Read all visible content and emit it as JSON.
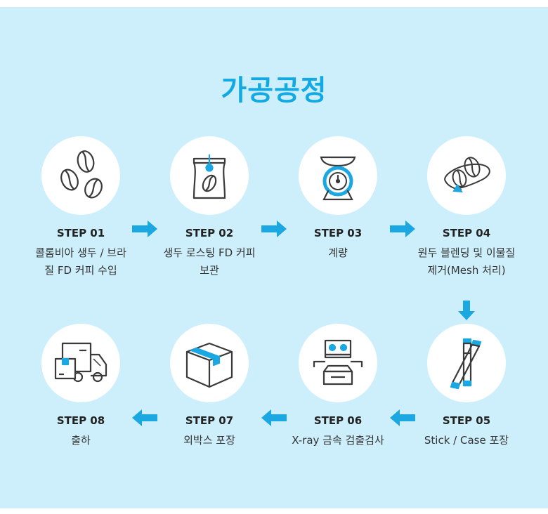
{
  "title": "가공공정",
  "colors": {
    "background": "#cdeffb",
    "accent": "#13a9e3",
    "arrow": "#1aa7e2",
    "circle": "#ffffff",
    "line": "#3a3a3a"
  },
  "steps": [
    {
      "label": "STEP 01",
      "desc_lines": [
        "콜롬비아 생두 / 브라",
        "질 FD 커피 수입"
      ],
      "icon": "coffee-beans-icon"
    },
    {
      "label": "STEP 02",
      "desc_lines": [
        "생두 로스팅 FD 커피",
        "보관"
      ],
      "icon": "coffee-bag-icon"
    },
    {
      "label": "STEP 03",
      "desc_lines": [
        "계량",
        ""
      ],
      "icon": "weighing-scale-icon"
    },
    {
      "label": "STEP 04",
      "desc_lines": [
        "원두 블렌딩 및 이물질",
        "제거(Mesh 처리)"
      ],
      "icon": "blending-beans-icon"
    },
    {
      "label": "STEP 05",
      "desc_lines": [
        "Stick / Case 포장",
        ""
      ],
      "icon": "stick-pack-icon"
    },
    {
      "label": "STEP 06",
      "desc_lines": [
        "X-ray 금속 검출검사",
        ""
      ],
      "icon": "xray-machine-icon"
    },
    {
      "label": "STEP 07",
      "desc_lines": [
        "외박스 포장",
        ""
      ],
      "icon": "box-icon"
    },
    {
      "label": "STEP 08",
      "desc_lines": [
        "출하",
        ""
      ],
      "icon": "delivery-truck-icon"
    }
  ]
}
